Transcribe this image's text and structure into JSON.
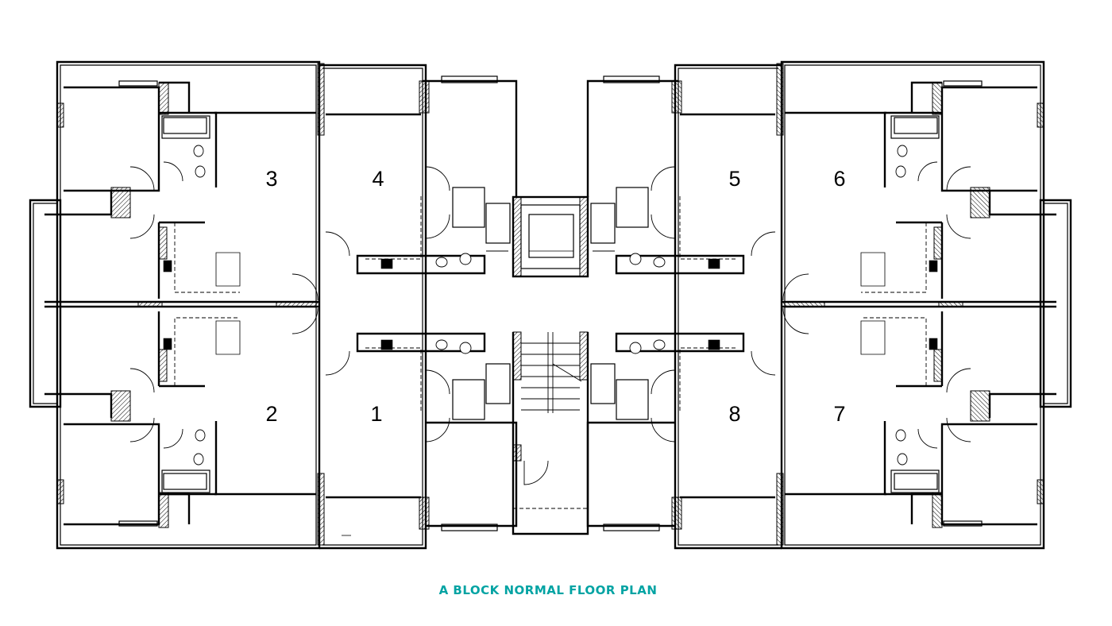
{
  "caption": "A BLOCK NORMAL FLOOR PLAN",
  "caption_color": "#00a3a3",
  "units": [
    {
      "label": "1"
    },
    {
      "label": "2"
    },
    {
      "label": "3"
    },
    {
      "label": "4"
    },
    {
      "label": "5"
    },
    {
      "label": "6"
    },
    {
      "label": "7"
    },
    {
      "label": "8"
    }
  ]
}
